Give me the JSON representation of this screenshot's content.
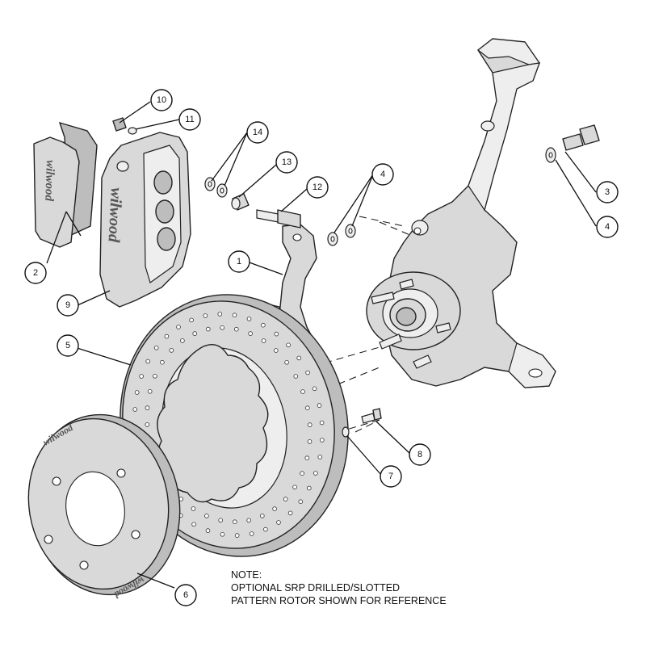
{
  "callouts": [
    {
      "id": "1",
      "part": "caliper-bracket"
    },
    {
      "id": "2",
      "part": "brake-pad"
    },
    {
      "id": "3",
      "part": "bolt"
    },
    {
      "id": "4",
      "part": "washers"
    },
    {
      "id": "5",
      "part": "rotor"
    },
    {
      "id": "6",
      "part": "hat"
    },
    {
      "id": "7",
      "part": "washer"
    },
    {
      "id": "8",
      "part": "rotor-bolt"
    },
    {
      "id": "9",
      "part": "caliper"
    },
    {
      "id": "10",
      "part": "nut"
    },
    {
      "id": "11",
      "part": "washer"
    },
    {
      "id": "12",
      "part": "stud"
    },
    {
      "id": "13",
      "part": "spacer"
    },
    {
      "id": "14",
      "part": "shims"
    }
  ],
  "note": {
    "line1": "NOTE:",
    "line2": "OPTIONAL SRP DRILLED/SLOTTED",
    "line3": "PATTERN ROTOR SHOWN FOR REFERENCE"
  },
  "logo": {
    "pad": "wilwood",
    "caliper": "wilwood",
    "hat_top": "wilwood",
    "hat_bottom": "wilwood"
  },
  "colors": {
    "line": "#222222",
    "fill": "#d9d9d9",
    "background": "#ffffff"
  }
}
